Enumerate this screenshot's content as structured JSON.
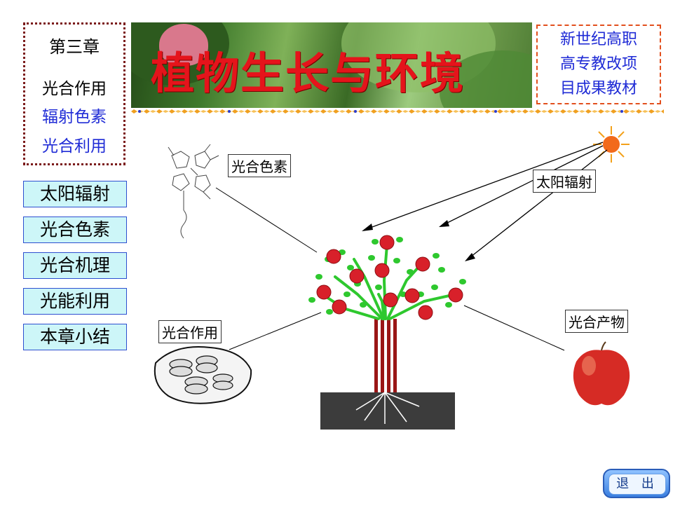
{
  "chapter": {
    "title": "第三章",
    "items": [
      "光合作用",
      "辐射色素",
      "光合利用"
    ]
  },
  "nav": [
    "太阳辐射",
    "光合色素",
    "光合机理",
    "光能利用",
    "本章小结"
  ],
  "banner": {
    "title": "植物生长与环境"
  },
  "project": {
    "lines": [
      "新世纪高职",
      "高专教改项",
      "目成果教材"
    ]
  },
  "diagram": {
    "labels": {
      "pigment": "光合色素",
      "radiation": "太阳辐射",
      "photosynthesis": "光合作用",
      "product": "光合产物"
    }
  },
  "exit": {
    "label": "退 出"
  },
  "colors": {
    "accent_blue": "#1f2bd6",
    "title_red": "#e5141b",
    "nav_bg": "#cdf6f8"
  }
}
